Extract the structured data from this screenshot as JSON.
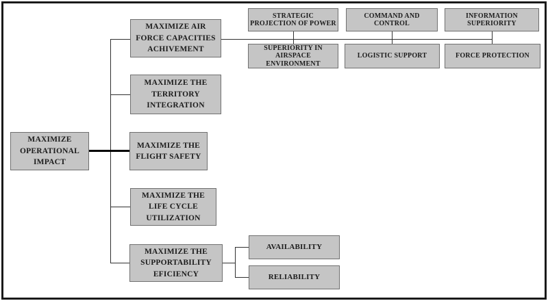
{
  "diagram": {
    "type": "hierarchy-tree",
    "colors": {
      "node_fill": "#c5c5c5",
      "node_border": "#6f6f6f",
      "connector": "#2f2f2f",
      "connector_emphasis": "#000000",
      "frame": "#1a1a1a",
      "background": "#ffffff",
      "text": "#1c1c1c"
    },
    "nodes": {
      "operational_impact": {
        "label": "MAXIMIZE\nOPERATIONAL\nIMPACT"
      },
      "air_force_capacities": {
        "label": "MAXIMIZE AIR\nFORCE CAPACITIES\nACHIVEMENT"
      },
      "territory_integration": {
        "label": "MAXIMIZE THE\nTERRITORY\nINTEGRATION"
      },
      "flight_safety": {
        "label": "MAXIMIZE THE\nFLIGHT SAFETY"
      },
      "life_cycle_utilization": {
        "label": "MAXIMIZE THE\nLIFE CYCLE\nUTILIZATION"
      },
      "supportability_eficiency": {
        "label": "MAXIMIZE THE\nSUPPORTABILITY\nEFICIENCY"
      },
      "strategic_projection": {
        "label": "STRATEGIC\nPROJECTION OF POWER"
      },
      "command_control": {
        "label": "COMMAND AND\nCONTROL"
      },
      "information_superiority": {
        "label": "INFORMATION\nSUPERIORITY"
      },
      "airspace_superiority": {
        "label": "SUPERIORITY IN\nAIRSPACE\nENVIRONMENT"
      },
      "logistic_support": {
        "label": "LOGISTIC SUPPORT"
      },
      "force_protection": {
        "label": "FORCE PROTECTION"
      },
      "availability": {
        "label": "AVAILABILITY"
      },
      "reliability": {
        "label": "RELIABILITY"
      }
    },
    "edges": [
      {
        "from": "operational_impact",
        "to": "air_force_capacities"
      },
      {
        "from": "operational_impact",
        "to": "territory_integration"
      },
      {
        "from": "operational_impact",
        "to": "flight_safety",
        "emphasis": true
      },
      {
        "from": "operational_impact",
        "to": "life_cycle_utilization"
      },
      {
        "from": "operational_impact",
        "to": "supportability_eficiency"
      },
      {
        "from": "air_force_capacities",
        "to": "strategic_projection"
      },
      {
        "from": "air_force_capacities",
        "to": "airspace_superiority"
      },
      {
        "from": "air_force_capacities",
        "to": "command_control"
      },
      {
        "from": "air_force_capacities",
        "to": "logistic_support"
      },
      {
        "from": "air_force_capacities",
        "to": "information_superiority"
      },
      {
        "from": "air_force_capacities",
        "to": "force_protection"
      },
      {
        "from": "supportability_eficiency",
        "to": "availability"
      },
      {
        "from": "supportability_eficiency",
        "to": "reliability"
      }
    ]
  }
}
